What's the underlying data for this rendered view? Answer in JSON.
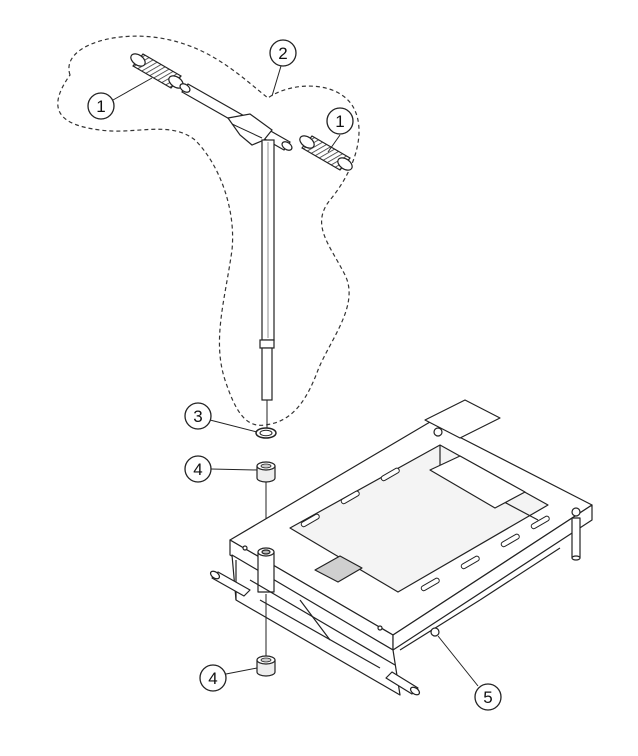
{
  "diagram": {
    "callouts": [
      {
        "id": "callout-1a",
        "label": "1"
      },
      {
        "id": "callout-1b",
        "label": "1"
      },
      {
        "id": "callout-2",
        "label": "2"
      },
      {
        "id": "callout-3",
        "label": "3"
      },
      {
        "id": "callout-4a",
        "label": "4"
      },
      {
        "id": "callout-4b",
        "label": "4"
      },
      {
        "id": "callout-5",
        "label": "5"
      }
    ],
    "colors": {
      "line": "#2a2a2a",
      "fill": "#ffffff",
      "shade": "#d9d9d9",
      "dark": "#8a8a8a"
    }
  }
}
